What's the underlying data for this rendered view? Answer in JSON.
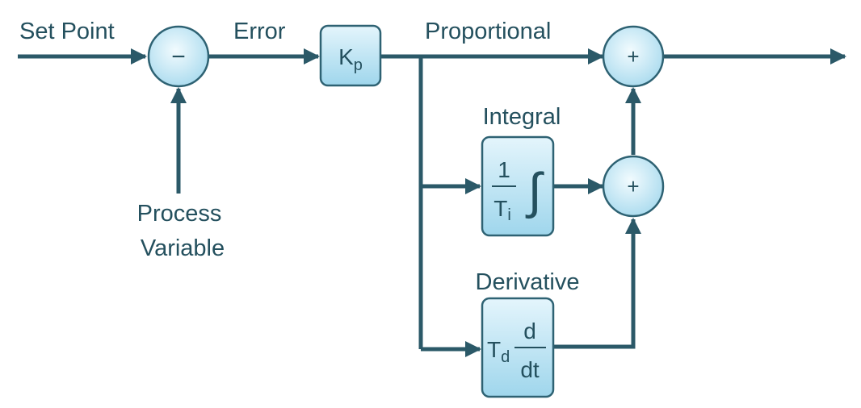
{
  "labels": {
    "set_point": "Set Point",
    "error": "Error",
    "proportional": "Proportional",
    "integral": "Integral",
    "derivative": "Derivative",
    "process_variable_line1": "Process",
    "process_variable_line2": "Variable"
  },
  "junctions": {
    "subtract_sign": "−",
    "sum_sign_top": "+",
    "sum_sign_middle": "+"
  },
  "blocks": {
    "kp": {
      "base": "K",
      "sub": "p"
    },
    "integral": {
      "numerator": "1",
      "den_base": "T",
      "den_sub": "i",
      "operator": "∫"
    },
    "derivative": {
      "pre_base": "T",
      "pre_sub": "d",
      "numerator": "d",
      "denominator": "dt"
    }
  },
  "colors": {
    "line": "#2b5968",
    "text": "#24505e",
    "block_fill_light": "#e4f5fc",
    "block_fill_dark": "#9fd6ec",
    "block_stroke": "#2e6273"
  }
}
